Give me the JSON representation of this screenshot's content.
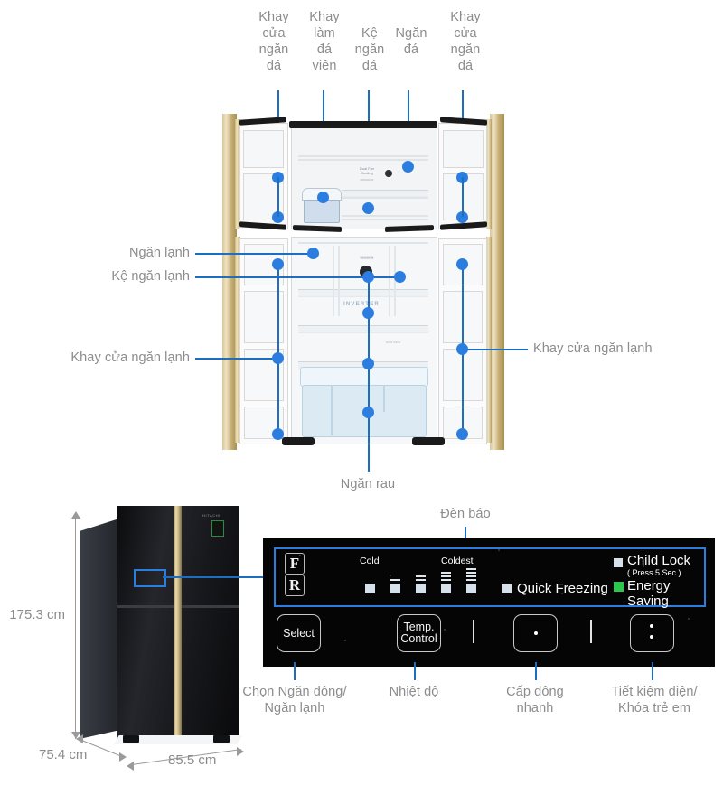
{
  "product": {
    "type": "refrigerator-diagram",
    "brand_mark": "HITACHI",
    "inverter_mark": "INVERTER"
  },
  "dimensions": {
    "height": "175.3 cm",
    "depth": "75.4 cm",
    "width": "85.5 cm"
  },
  "top_labels": [
    {
      "text": "Khay\ncửa\nngăn\nđá"
    },
    {
      "text": "Khay\nlàm\nđá\nviên"
    },
    {
      "text": "Kệ\nngăn\nđá"
    },
    {
      "text": "Ngăn\nđá"
    },
    {
      "text": "Khay\ncửa\nngăn\nđá"
    }
  ],
  "left_labels": [
    {
      "text": "Ngăn lạnh"
    },
    {
      "text": "Kệ ngăn lạnh"
    },
    {
      "text": "Khay cửa ngăn lạnh"
    }
  ],
  "right_labels": [
    {
      "text": "Khay cửa ngăn lạnh"
    }
  ],
  "bottom_label": {
    "text": "Ngăn rau"
  },
  "indicator_label": {
    "text": "Đèn báo"
  },
  "panel": {
    "mode_keys": [
      {
        "text": "F"
      },
      {
        "text": "R"
      }
    ],
    "temp_scale": {
      "low_label": "Cold",
      "high_label": "Coldest",
      "steps": [
        0,
        1,
        2,
        3,
        4
      ]
    },
    "indicators": [
      {
        "label": "Quick Freezing",
        "color": "#d6e0ea"
      },
      {
        "label": "Child Lock",
        "sublabel": "( Press 5 Sec.)",
        "color": "#d6e0ea"
      },
      {
        "label": "Energy Saving",
        "color": "#2fc64f"
      }
    ],
    "buttons": [
      {
        "text": "Select"
      },
      {
        "text": "Temp.\nControl"
      },
      {
        "text": ""
      },
      {
        "text": ""
      }
    ]
  },
  "panel_callouts": [
    {
      "text": "Chọn Ngăn đông/\nNgăn lạnh"
    },
    {
      "text": "Nhiệt độ"
    },
    {
      "text": "Cấp đông\nnhanh"
    },
    {
      "text": "Tiết kiệm điện/\nKhóa trẻ em"
    }
  ],
  "colors": {
    "accent": "#2b7de0",
    "leader": "#1b6ec2",
    "label_text": "#8c8c8c",
    "panel_bg": "#050505",
    "energy_green": "#2fc64f",
    "door_gold": "#d6c293"
  }
}
